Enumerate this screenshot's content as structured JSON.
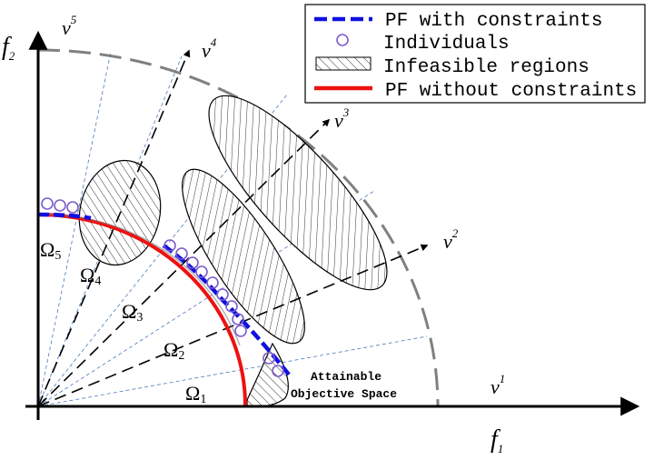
{
  "legend": {
    "items": [
      {
        "label": "PF with constraints",
        "kind": "dashed-line",
        "color": "#1010e0"
      },
      {
        "label": "Individuals",
        "kind": "circle-marker",
        "color": "#7b5ccc"
      },
      {
        "label": "Infeasible regions",
        "kind": "hatched-box",
        "color": "#000000"
      },
      {
        "label": "PF without constraints",
        "kind": "solid-line",
        "color": "#ee1111"
      }
    ]
  },
  "axes": {
    "x": {
      "main": "f",
      "sub": "1"
    },
    "y": {
      "main": "f",
      "sub": "2"
    }
  },
  "vectors": [
    {
      "main": "v",
      "sup": "1"
    },
    {
      "main": "v",
      "sup": "2"
    },
    {
      "main": "v",
      "sup": "3"
    },
    {
      "main": "v",
      "sup": "4"
    },
    {
      "main": "v",
      "sup": "5"
    }
  ],
  "regions": [
    {
      "main": "Ω",
      "sub": "1"
    },
    {
      "main": "Ω",
      "sub": "2"
    },
    {
      "main": "Ω",
      "sub": "3"
    },
    {
      "main": "Ω",
      "sub": "4"
    },
    {
      "main": "Ω",
      "sub": "5"
    }
  ],
  "annotation": {
    "line1": "Attainable",
    "line2": "Objective Space"
  },
  "colors": {
    "pf_constrained": "#1010e0",
    "pf_unconstrained": "#ee1111",
    "individuals": "#7b5ccc",
    "boundary": "#808080",
    "thin_divider": "#4a7ab8"
  }
}
